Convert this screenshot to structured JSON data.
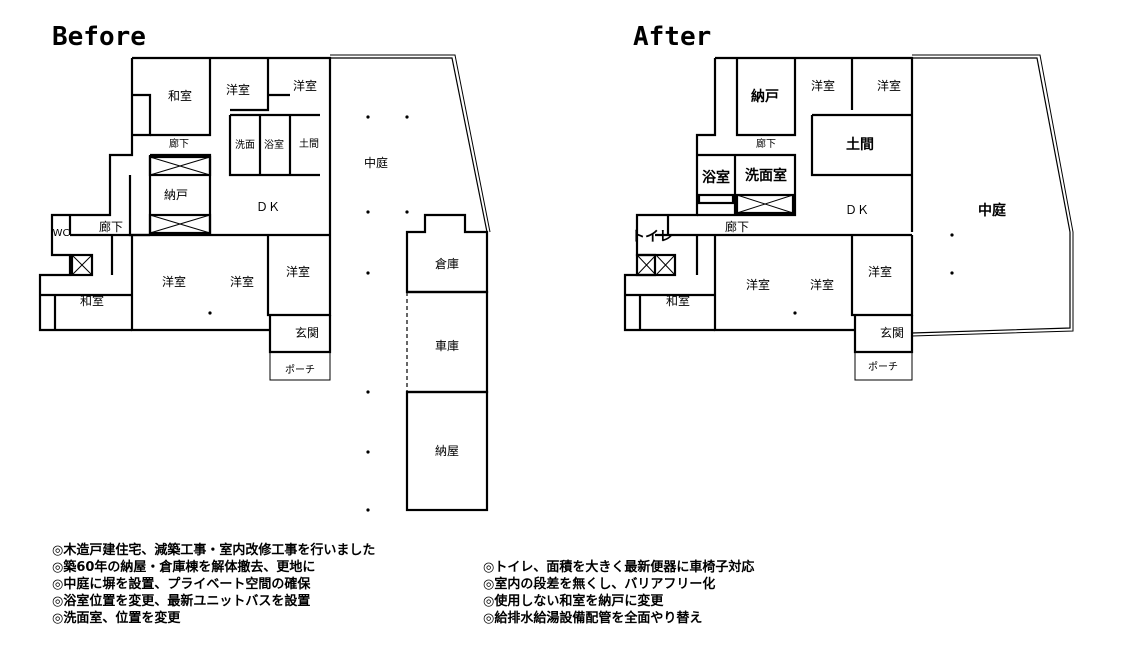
{
  "titles": {
    "before": "Before",
    "after": "After"
  },
  "before": {
    "washitsu_top": "和室",
    "youshitsu_1": "洋室",
    "youshitsu_2": "洋室",
    "senmen": "洗面",
    "yokushitsu": "浴室",
    "doma": "土間",
    "rouka_1": "廊下",
    "nando": "納戸",
    "dk": "ＤＫ",
    "nakaniwa": "中庭",
    "wc": "WC",
    "rouka_2": "廊下",
    "youshitsu_3": "洋室",
    "youshitsu_4": "洋室",
    "youshitsu_5": "洋室",
    "washitsu_bottom": "和室",
    "genkan": "玄関",
    "porch": "ポーチ",
    "souko": "倉庫",
    "shako": "車庫",
    "naya": "納屋"
  },
  "after": {
    "nando": "納戸",
    "youshitsu_1": "洋室",
    "youshitsu_2": "洋室",
    "doma": "土間",
    "rouka_1": "廊下",
    "yokushitsu": "浴室",
    "senmenshitsu": "洗面室",
    "dk": "ＤＫ",
    "nakaniwa": "中庭",
    "toilet": "トイレ",
    "rouka_2": "廊下",
    "youshitsu_3": "洋室",
    "youshitsu_4": "洋室",
    "youshitsu_5": "洋室",
    "washitsu": "和室",
    "genkan": "玄関",
    "porch": "ポーチ"
  },
  "notes_left": [
    "◎木造戸建住宅、減築工事・室内改修工事を行いました",
    "◎築60年の納屋・倉庫棟を解体撤去、更地に",
    "◎中庭に塀を設置、プライベート空間の確保",
    "◎浴室位置を変更、最新ユニットバスを設置",
    "◎洗面室、位置を変更"
  ],
  "notes_right": [
    "◎トイレ、面積を大きく最新便器に車椅子対応",
    "◎室内の段差を無くし、バリアフリー化",
    "◎使用しない和室を納戸に変更",
    "◎給排水給湯設備配管を全面やり替え"
  ]
}
